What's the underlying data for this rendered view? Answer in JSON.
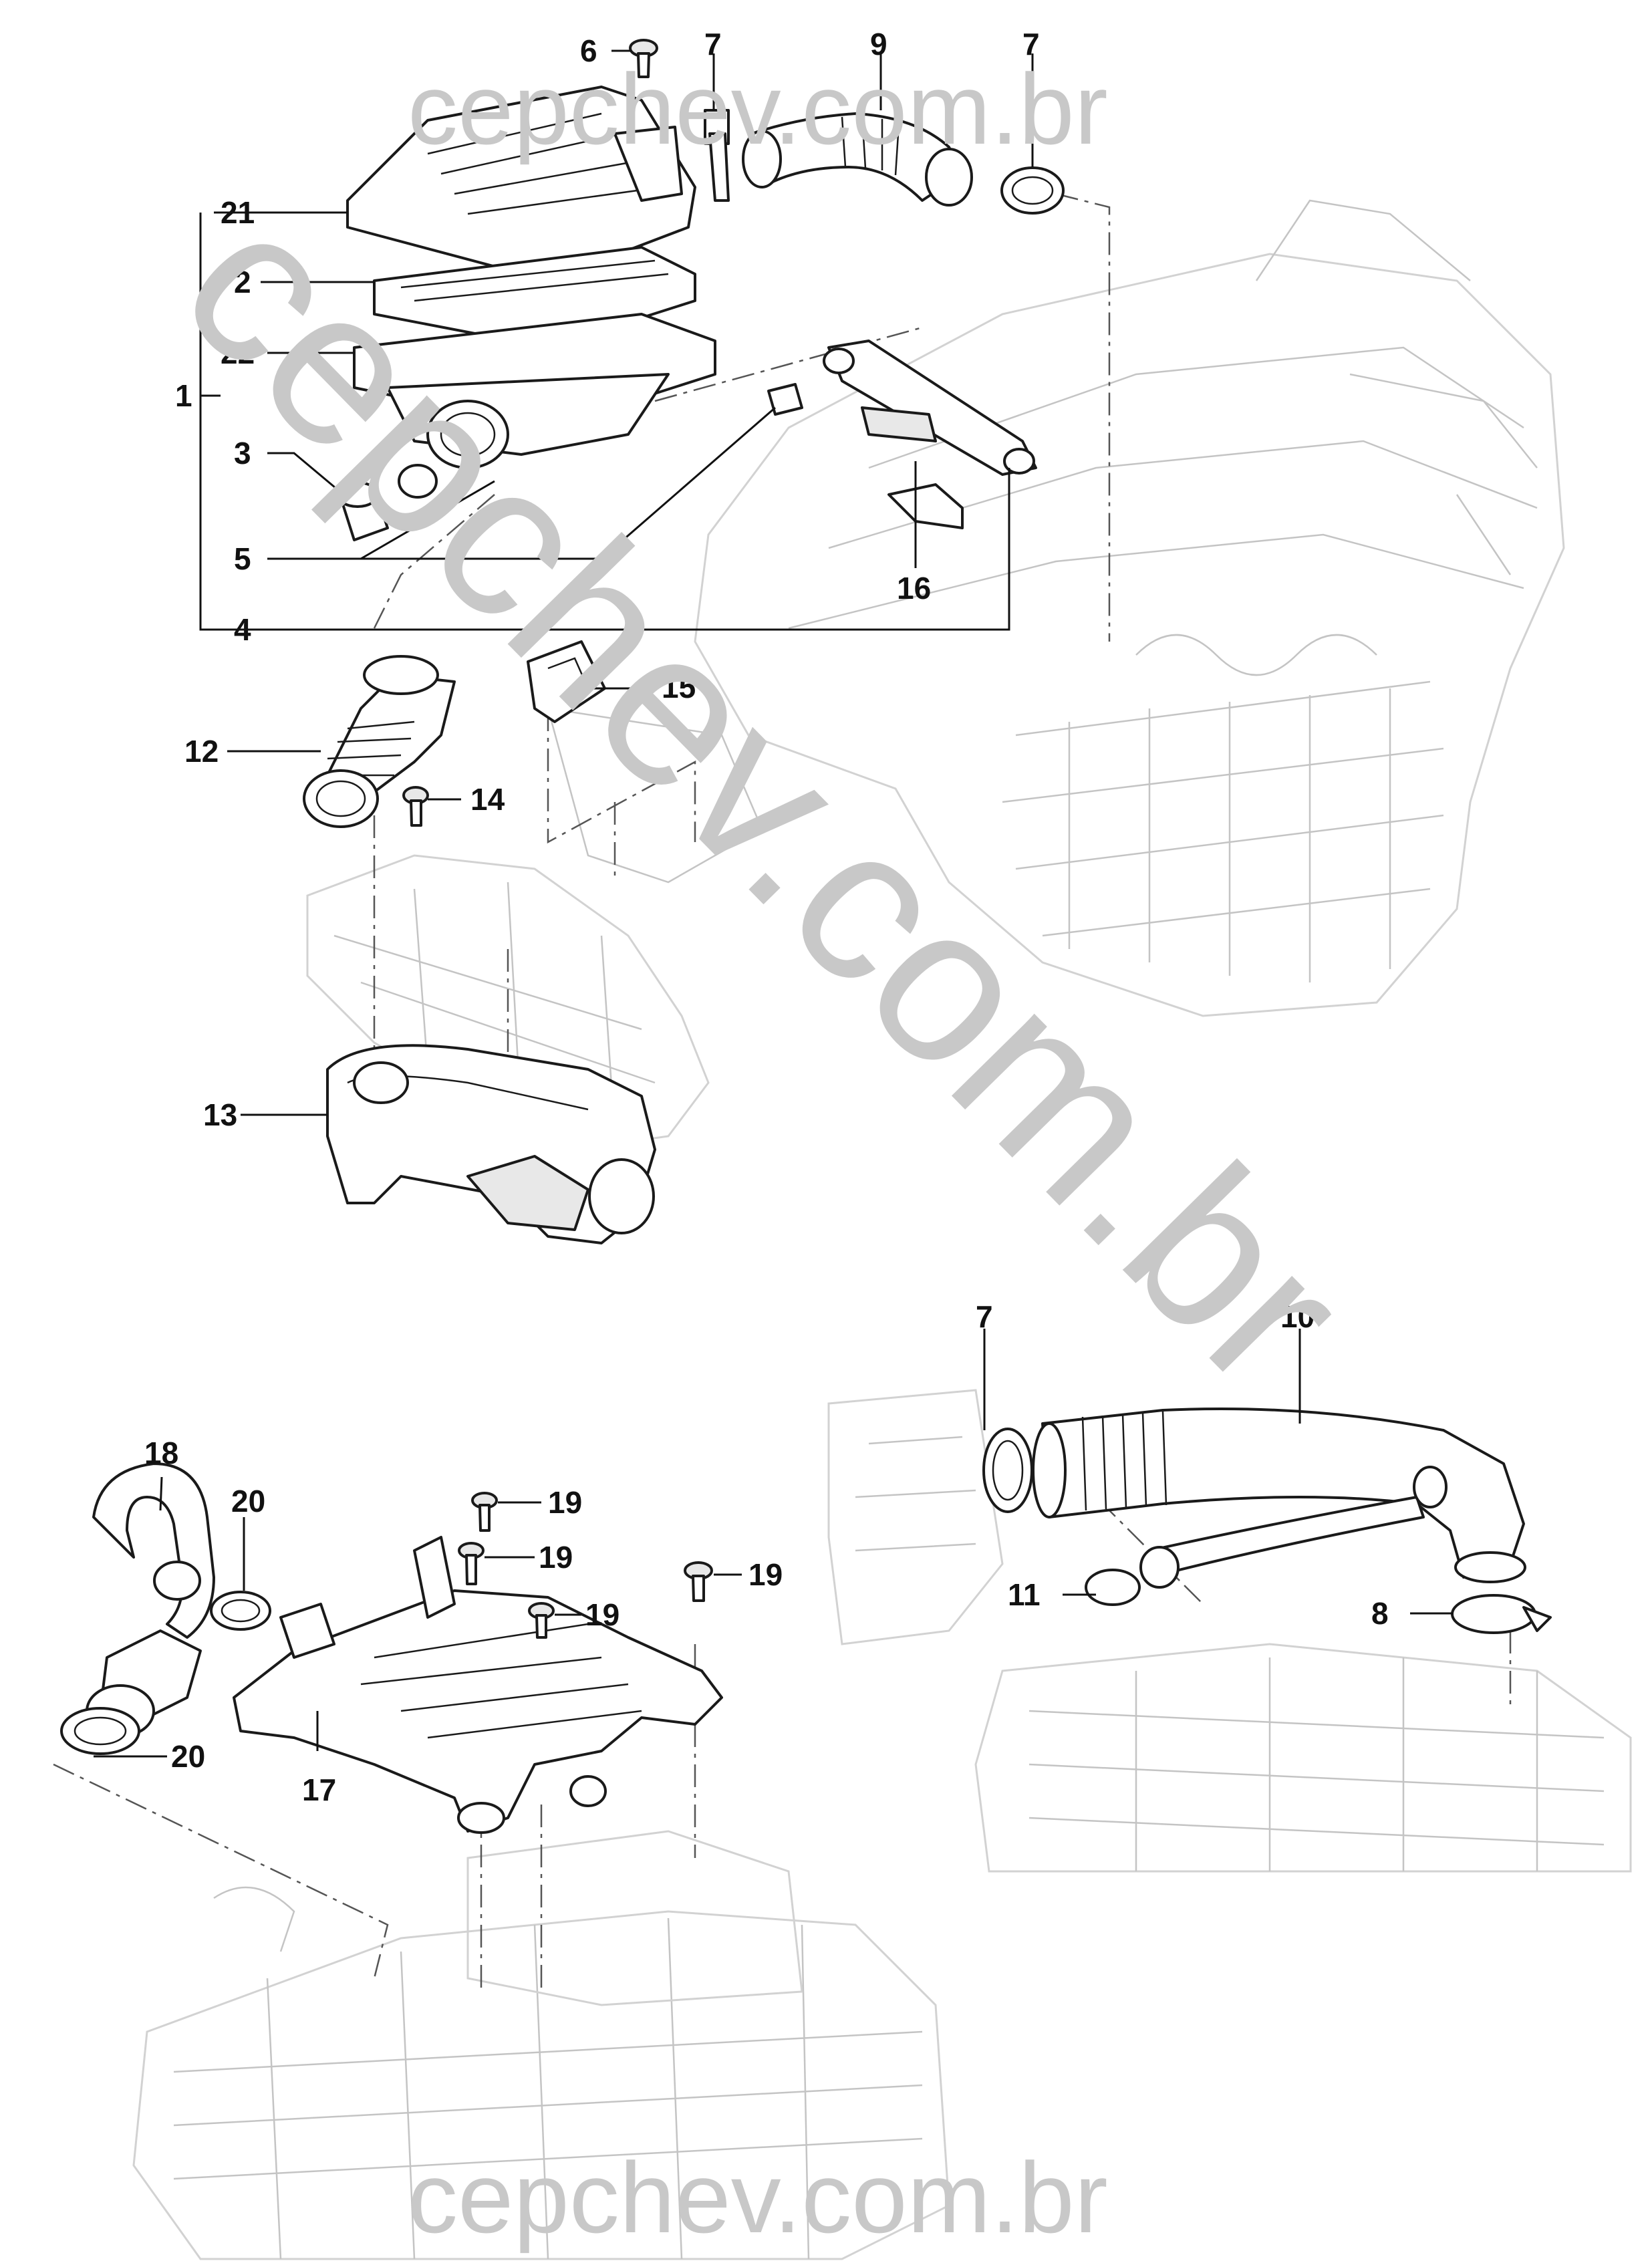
{
  "watermarks": {
    "top": "cepchev.com.br",
    "diagonal": "cepchev.com.br",
    "bottom": "cepchev.com.br"
  },
  "callouts": {
    "c1": "1",
    "c2": "2",
    "c3": "3",
    "c4": "4",
    "c5": "5",
    "c6": "6",
    "c7a": "7",
    "c7b": "7",
    "c7c": "7",
    "c8": "8",
    "c9": "9",
    "c10": "10",
    "c11": "11",
    "c12": "12",
    "c13": "13",
    "c14": "14",
    "c15": "15",
    "c16": "16",
    "c17": "17",
    "c18": "18",
    "c19a": "19",
    "c19b": "19",
    "c19c": "19",
    "c19d": "19",
    "c20a": "20",
    "c20b": "20",
    "c21": "21",
    "c22": "22"
  },
  "colors": {
    "ink": "#1a1a1a",
    "ghost": "#d2d2d2",
    "watermark": "#c8c8c8"
  }
}
